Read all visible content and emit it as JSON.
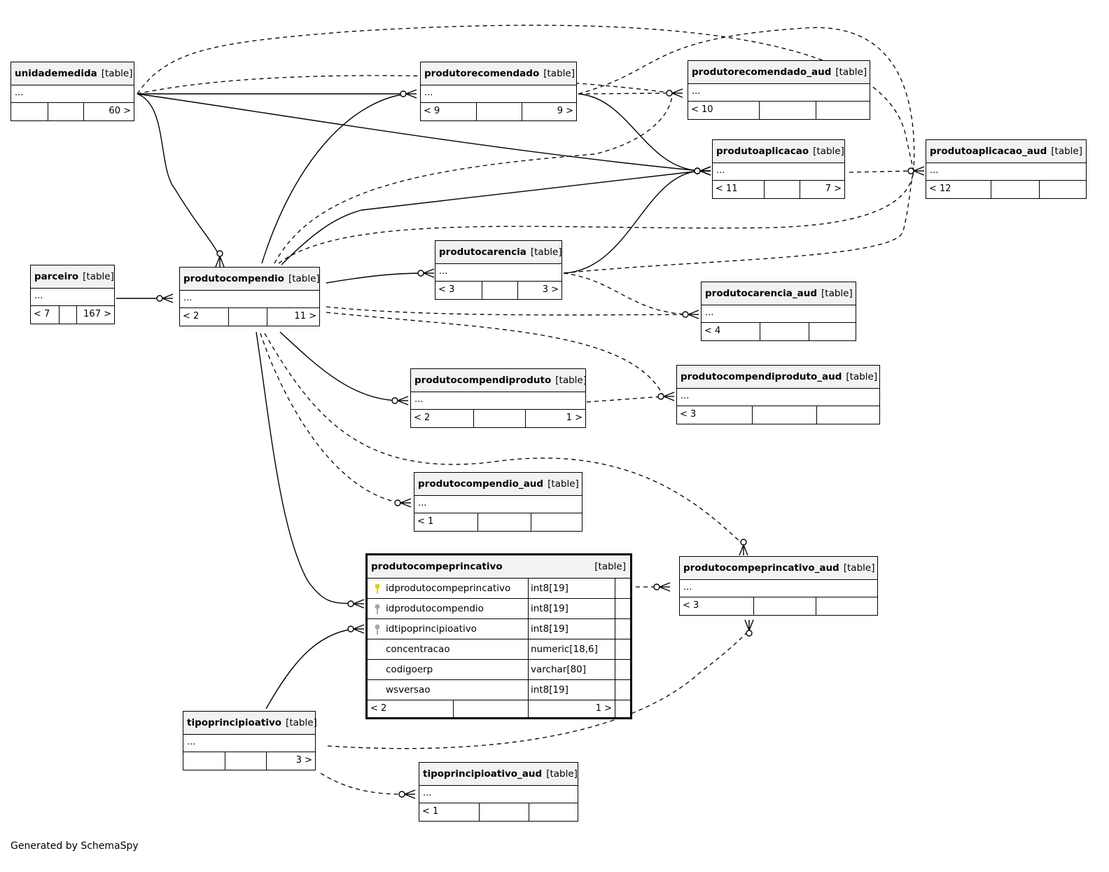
{
  "tables": [
    {
      "id": "unidademedida",
      "name": "unidademedida",
      "kind": "[table]",
      "cols": "...",
      "foot": [
        "",
        "",
        "60 >"
      ]
    },
    {
      "id": "produtorecomendado",
      "name": "produtorecomendado",
      "kind": "[table]",
      "cols": "...",
      "foot": [
        "< 9",
        "",
        "9 >"
      ]
    },
    {
      "id": "produtorecomendado_aud",
      "name": "produtorecomendado_aud",
      "kind": "[table]",
      "cols": "...",
      "foot": [
        "< 10",
        "",
        ""
      ]
    },
    {
      "id": "produtoaplicacao",
      "name": "produtoaplicacao",
      "kind": "[table]",
      "cols": "...",
      "foot": [
        "< 11",
        "",
        "7 >"
      ]
    },
    {
      "id": "produtoaplicacao_aud",
      "name": "produtoaplicacao_aud",
      "kind": "[table]",
      "cols": "...",
      "foot": [
        "< 12",
        "",
        ""
      ]
    },
    {
      "id": "parceiro",
      "name": "parceiro",
      "kind": "[table]",
      "cols": "...",
      "foot": [
        "< 7",
        "",
        "167 >"
      ]
    },
    {
      "id": "produtocompendio",
      "name": "produtocompendio",
      "kind": "[table]",
      "cols": "...",
      "foot": [
        "< 2",
        "",
        "11 >"
      ]
    },
    {
      "id": "produtocarencia",
      "name": "produtocarencia",
      "kind": "[table]",
      "cols": "...",
      "foot": [
        "< 3",
        "",
        "3 >"
      ]
    },
    {
      "id": "produtocarencia_aud",
      "name": "produtocarencia_aud",
      "kind": "[table]",
      "cols": "...",
      "foot": [
        "< 4",
        "",
        ""
      ]
    },
    {
      "id": "produtocompendiproduto",
      "name": "produtocompendiproduto",
      "kind": "[table]",
      "cols": "...",
      "foot": [
        "< 2",
        "",
        "1 >"
      ]
    },
    {
      "id": "produtocompendiproduto_aud",
      "name": "produtocompendiproduto_aud",
      "kind": "[table]",
      "cols": "...",
      "foot": [
        "< 3",
        "",
        ""
      ]
    },
    {
      "id": "produtocompendio_aud",
      "name": "produtocompendio_aud",
      "kind": "[table]",
      "cols": "...",
      "foot": [
        "< 1",
        "",
        ""
      ]
    },
    {
      "id": "produtocompeprincativo_aud",
      "name": "produtocompeprincativo_aud",
      "kind": "[table]",
      "cols": "...",
      "foot": [
        "< 3",
        "",
        ""
      ]
    },
    {
      "id": "tipoprincipioativo",
      "name": "tipoprincipioativo",
      "kind": "[table]",
      "cols": "...",
      "foot": [
        "",
        "",
        "3 >"
      ]
    },
    {
      "id": "tipoprincipioativo_aud",
      "name": "tipoprincipioativo_aud",
      "kind": "[table]",
      "cols": "...",
      "foot": [
        "< 1",
        "",
        ""
      ]
    }
  ],
  "focus": {
    "name": "produtocompeprincativo",
    "kind": "[table]",
    "columns": [
      {
        "name": "idprodutocompeprincativo",
        "type": "int8[19]",
        "key": "primary"
      },
      {
        "name": "idprodutocompendio",
        "type": "int8[19]",
        "key": "foreign"
      },
      {
        "name": "idtipoprincipioativo",
        "type": "int8[19]",
        "key": "foreign"
      },
      {
        "name": "concentracao",
        "type": "numeric[18,6]",
        "key": ""
      },
      {
        "name": "codigoerp",
        "type": "varchar[80]",
        "key": ""
      },
      {
        "name": "wsversao",
        "type": "int8[19]",
        "key": ""
      }
    ],
    "foot": [
      "< 2",
      "",
      "1 >"
    ]
  },
  "footer": "Generated by SchemaSpy",
  "colors": {
    "line": "#000000",
    "header": "#f2f2f2",
    "primary_key": "#e6d200",
    "foreign_key": "#a8a8a8"
  }
}
